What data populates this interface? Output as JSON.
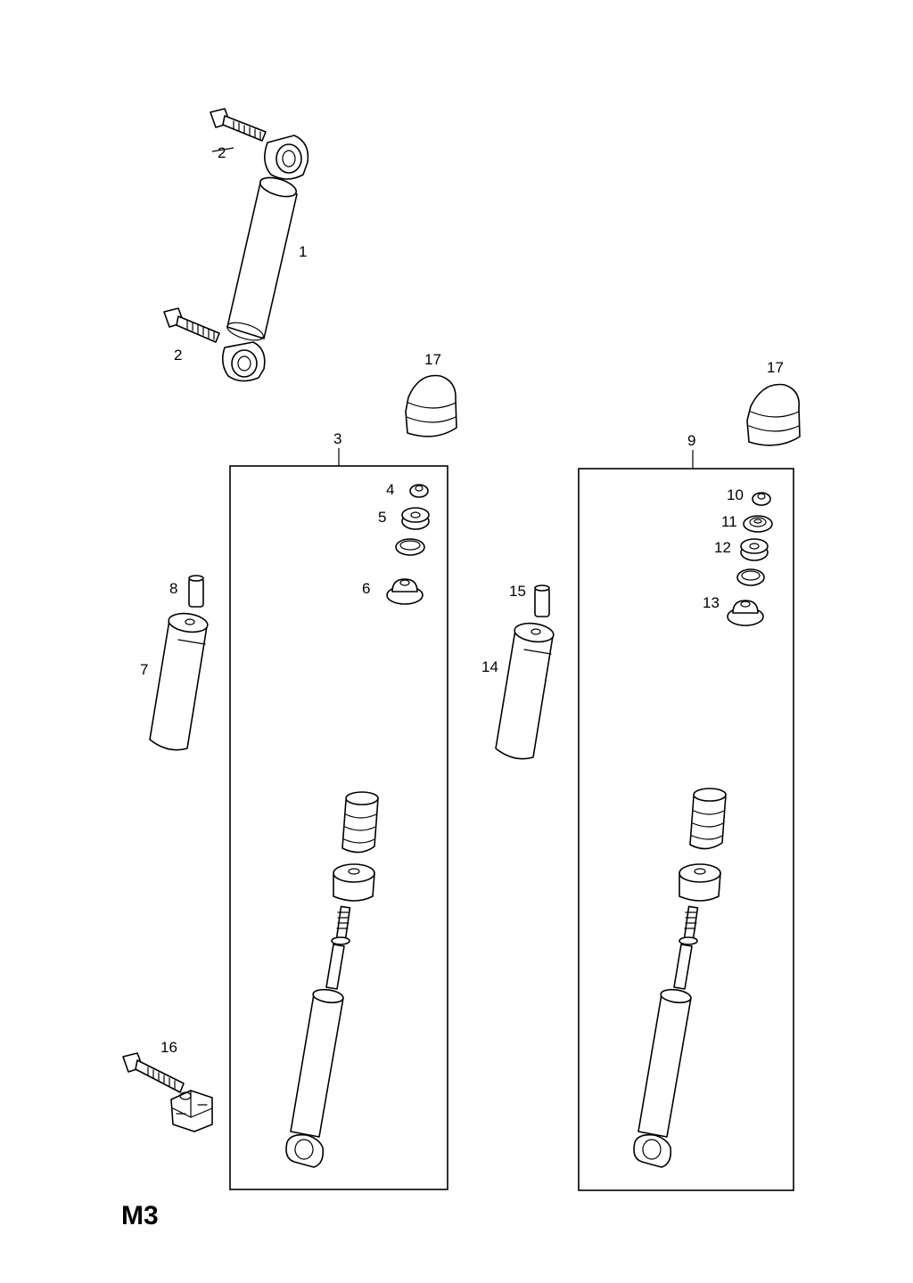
{
  "sheet_code": "M3",
  "callouts": {
    "c1": "1",
    "c2a": "2",
    "c2b": "2",
    "c3": "3",
    "c4": "4",
    "c5": "5",
    "c6": "6",
    "c7": "7",
    "c8": "8",
    "c9": "9",
    "c10": "10",
    "c11": "11",
    "c12": "12",
    "c13": "13",
    "c14": "14",
    "c15": "15",
    "c16": "16",
    "c17a": "17",
    "c17b": "17"
  }
}
